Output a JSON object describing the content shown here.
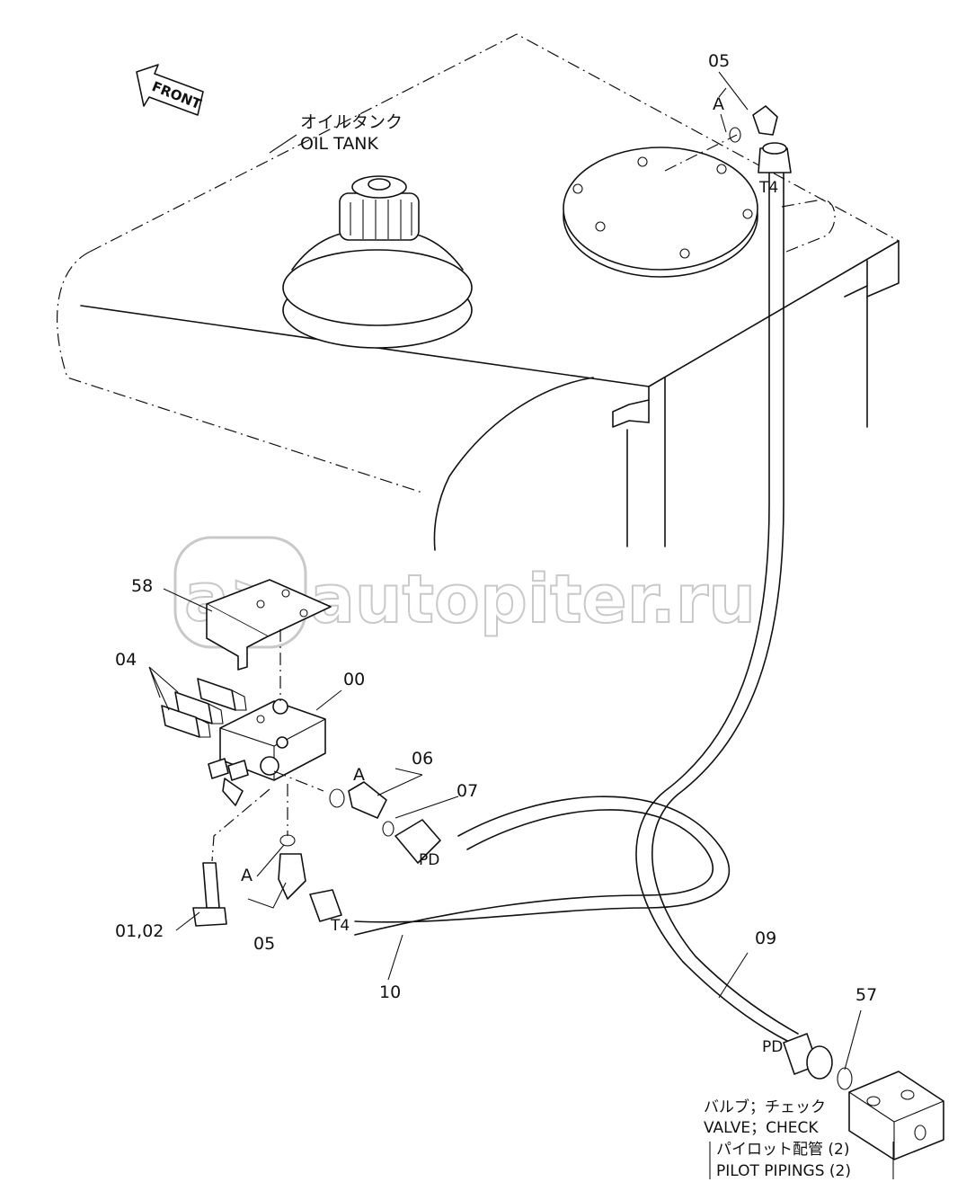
{
  "front_label": "FRONT",
  "tank": {
    "jp": "オイルタンク",
    "en": "OIL TANK"
  },
  "watermark": "autopiter.ru",
  "ports": {
    "t4": "T4",
    "pd": "PD",
    "a": "A"
  },
  "labels": {
    "p00": "00",
    "p0102": "01,02",
    "p04": "04",
    "p05_top": "05",
    "p05_bottom": "05",
    "p06": "06",
    "p07": "07",
    "p09": "09",
    "p10": "10",
    "p57": "57",
    "p58": "58"
  },
  "valve_note": {
    "jp": "バルブ；チェック",
    "en": "VALVE；CHECK",
    "sub_jp": "パイロット配管 (2)",
    "sub_en": "PILOT PIPINGS (2)"
  }
}
